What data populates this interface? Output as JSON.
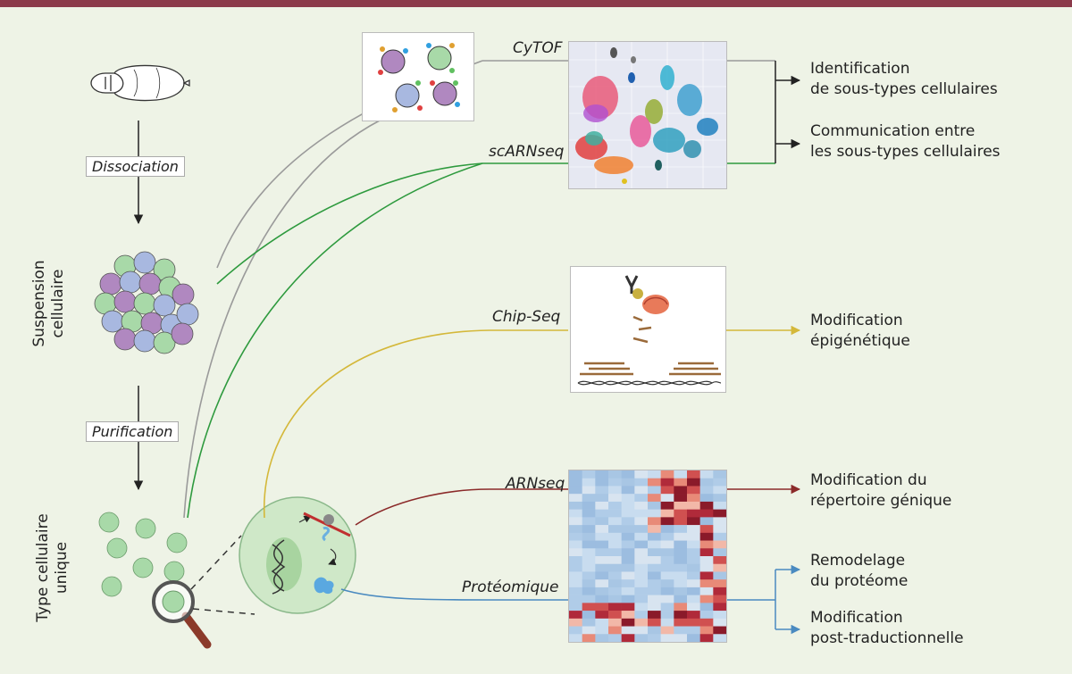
{
  "steps": {
    "dissociation": "Dissociation",
    "purification": "Purification"
  },
  "stages": {
    "suspension_line1": "Suspension",
    "suspension_line2": "cellulaire",
    "single_line1": "Type cellulaire",
    "single_line2": "unique"
  },
  "methods": {
    "cytof": "CyTOF",
    "scarnseq": "scARNseq",
    "chipseq": "Chip-Seq",
    "arnseq": "ARNseq",
    "proteomique": "Protéomique"
  },
  "outcomes": {
    "identification_1": "Identification",
    "identification_2": "de sous-types cellulaires",
    "communication_1": "Communication entre",
    "communication_2": "les sous-types cellulaires",
    "epigenetic_1": "Modification",
    "epigenetic_2": "épigénétique",
    "repertoire_1": "Modification du",
    "repertoire_2": "répertoire génique",
    "proteome_1": "Remodelage",
    "proteome_2": "du protéome",
    "ptm_1": "Modification",
    "ptm_2": "post-traductionnelle"
  },
  "colors": {
    "background": "#eef3e6",
    "top_bar": "#8b3a4a",
    "cytof_line": "#9a9a9a",
    "scarnseq_line": "#2e9a3e",
    "chipseq_line": "#d4b83a",
    "arnseq_line": "#8b2a2a",
    "proteomique_line": "#4a8ac0",
    "cell_green": "#a8d9a8",
    "cell_purple": "#b088c0",
    "cell_blue": "#a8b8e0"
  }
}
